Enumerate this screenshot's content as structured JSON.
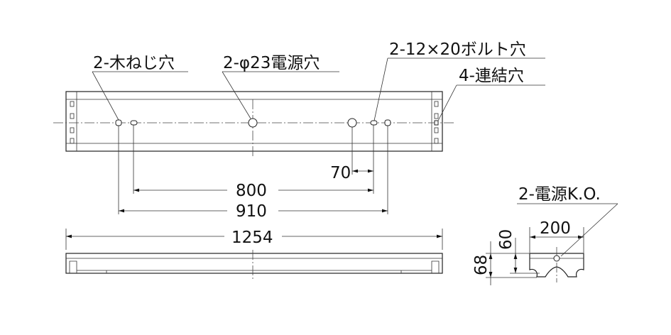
{
  "callouts": {
    "wood_screw": "2-木ねじ穴",
    "power_hole": "2-φ23電源穴",
    "bolt_hole": "2-12×20ボルト穴",
    "link_hole": "4-連結穴",
    "power_ko": "2-電源K.O."
  },
  "dimensions": {
    "bolt_offset": "70",
    "bolt_pitch": "800",
    "screw_pitch": "910",
    "overall_length": "1254",
    "width": "200",
    "height_inner": "60",
    "height_overall": "68"
  }
}
